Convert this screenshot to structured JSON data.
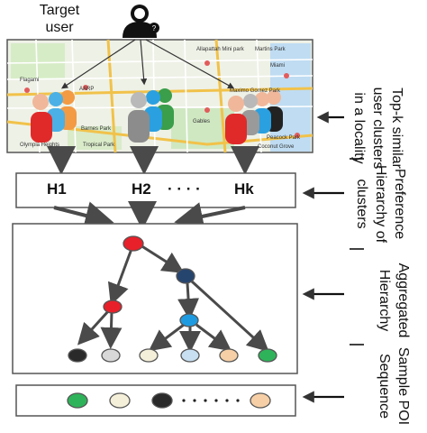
{
  "target_user": {
    "line1": "Target",
    "line2": "user"
  },
  "map": {
    "labels": [
      "Allapattah Mini park",
      "Martins Park",
      "AARP",
      "Maximo Gomez Park",
      "Flagami",
      "Miami",
      "Gables",
      "Barnes Park",
      "Tropical Park",
      "Olympia Heights",
      "Peacock Park",
      "Coconut Grove"
    ]
  },
  "hierarchies": {
    "h1": "H1",
    "h2": "H2",
    "dots": "· · · ·",
    "hk": "Hk"
  },
  "side_labels": {
    "top": [
      "Top-k similar",
      "user clusters",
      "in a locality"
    ],
    "preference": [
      "Preference",
      "Hierarchy of",
      "clusters"
    ],
    "aggregated": [
      "Aggregated",
      "Hierarchy"
    ],
    "sample": [
      "Sample POI",
      "Sequence"
    ]
  },
  "colors": {
    "arrow": "#4a4a4a",
    "node_red": "#e8202a",
    "node_navy": "#26456e",
    "node_blue": "#1e9be0",
    "node_black": "#2a2a2a",
    "node_grey": "#d8d8d8",
    "node_cream": "#f4efd8",
    "node_lightblue": "#c7dff0",
    "node_peach": "#f6cfa6",
    "node_green": "#2fb35a"
  }
}
